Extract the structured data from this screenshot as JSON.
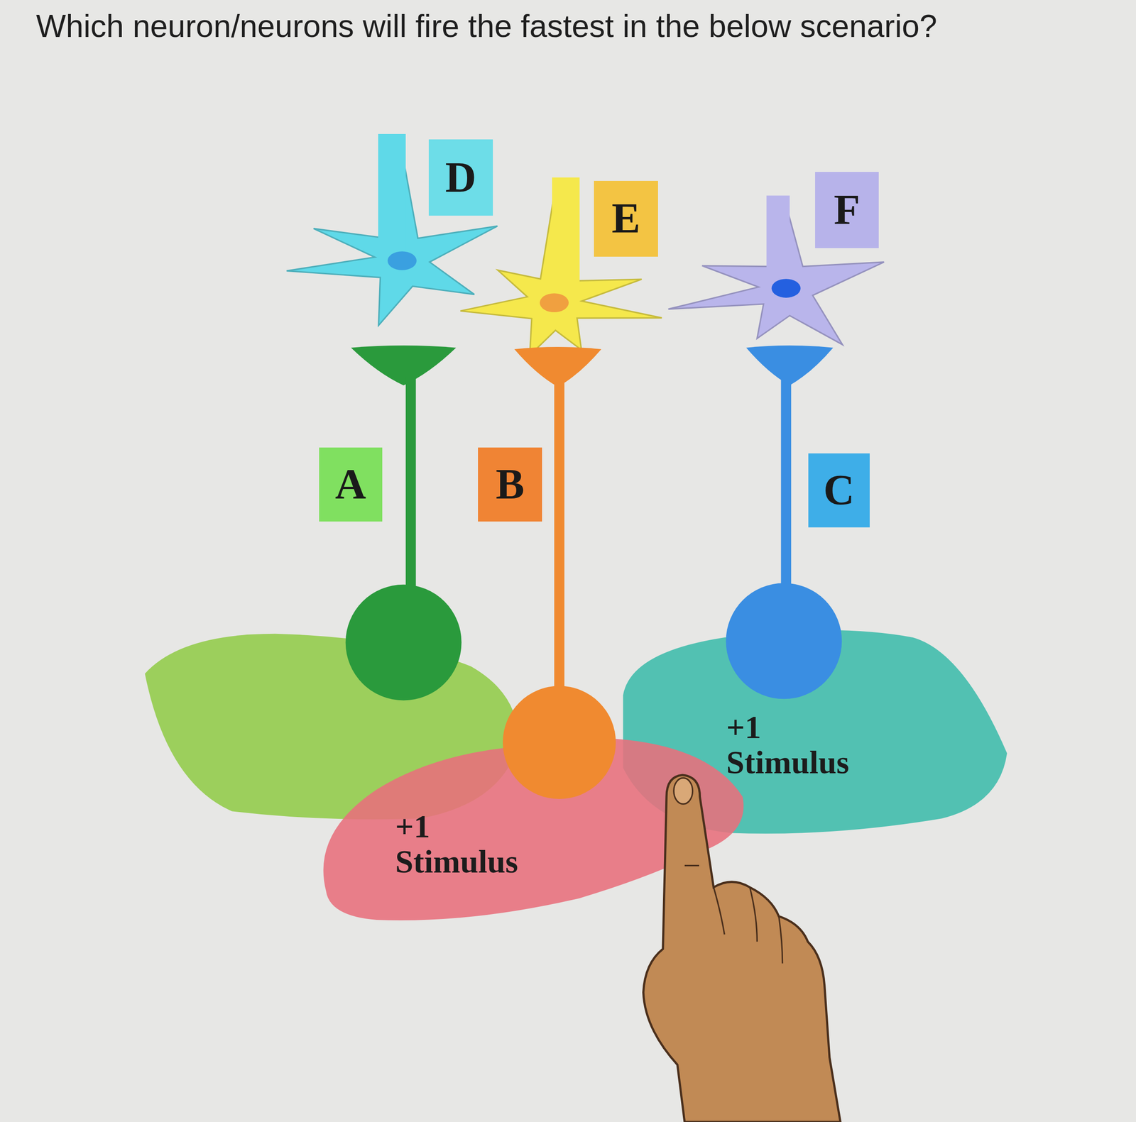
{
  "diagram": {
    "title": "Which neuron/neurons will fire the fastest in the below scenario?",
    "nodes": [
      {
        "text": [
          "D"
        ]
      },
      {
        "text": [
          "E"
        ]
      },
      {
        "text": [
          "F"
        ]
      },
      {
        "text": [
          "A"
        ]
      },
      {
        "text": [
          "B"
        ]
      },
      {
        "text": [
          "C"
        ]
      },
      {
        "text": [
          "+1 Stimulus"
        ]
      },
      {
        "text": [
          "+1 Stimulus"
        ]
      }
    ]
  }
}
